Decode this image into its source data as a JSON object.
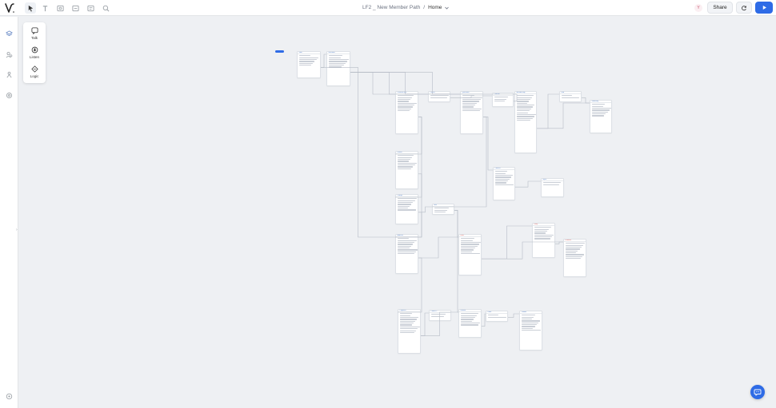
{
  "header": {
    "project_name": "LF2 _ New Member Path",
    "separator": "/",
    "page": "Home",
    "avatar_initial": "Y",
    "share_label": "Share"
  },
  "palette": {
    "items": [
      {
        "label": "Talk",
        "icon": "talk-icon"
      },
      {
        "label": "Listen",
        "icon": "listen-icon"
      },
      {
        "label": "Logic",
        "icon": "logic-icon"
      }
    ]
  },
  "toolbar": {
    "tools": [
      "select-icon",
      "text-icon",
      "image-icon",
      "block-icon",
      "comment-icon",
      "search-icon"
    ]
  },
  "rail": {
    "icons": [
      "layers-icon",
      "users-icon",
      "model-icon",
      "settings-icon",
      "help-icon"
    ]
  },
  "colors": {
    "accent": "#2e6be6",
    "canvas": "#eef0f3",
    "link": "#b6bcc6",
    "error": "#d9534f"
  },
  "canvas": {
    "nodes": [
      {
        "id": "n1",
        "title": "Start",
        "rows": 6,
        "color": "blue"
      },
      {
        "id": "n2",
        "title": "Welcome",
        "rows": 7,
        "color": "blue"
      },
      {
        "id": "n3",
        "title": "Personal Info",
        "rows": 9,
        "color": "blue"
      },
      {
        "id": "n4",
        "title": "Choice",
        "rows": 2,
        "color": "blue"
      },
      {
        "id": "n5",
        "title": "Questions",
        "rows": 9,
        "color": "blue"
      },
      {
        "id": "n6",
        "title": "Confirm",
        "rows": 3,
        "color": "blue"
      },
      {
        "id": "n7",
        "title": "Membership",
        "rows": 14,
        "color": "blue"
      },
      {
        "id": "n8",
        "title": "End",
        "rows": 2,
        "color": "blue"
      },
      {
        "id": "n9",
        "title": "Summary",
        "rows": 7,
        "color": "blue"
      },
      {
        "id": "n10",
        "title": "Details",
        "rows": 8,
        "color": "blue"
      },
      {
        "id": "n11",
        "title": "Prompt",
        "rows": 7,
        "color": "blue"
      },
      {
        "id": "n12",
        "title": "Contact",
        "rows": 8,
        "color": "blue"
      },
      {
        "id": "n13",
        "title": "Info",
        "rows": 4,
        "color": "blue"
      },
      {
        "id": "n14",
        "title": "Input",
        "rows": 2,
        "color": "blue"
      },
      {
        "id": "n15",
        "title": "Address",
        "rows": 9,
        "color": "blue"
      },
      {
        "id": "n16",
        "title": "Error",
        "rows": 9,
        "color": "red"
      },
      {
        "id": "n17",
        "title": "Retry",
        "rows": 7,
        "color": "red"
      },
      {
        "id": "n18",
        "title": "Fallback",
        "rows": 9,
        "color": "red"
      },
      {
        "id": "n19",
        "title": "Payment",
        "rows": 11,
        "color": "blue"
      },
      {
        "id": "n20",
        "title": "Choice 2",
        "rows": 2,
        "color": "blue"
      },
      {
        "id": "n21",
        "title": "Review",
        "rows": 7,
        "color": "blue"
      },
      {
        "id": "n22",
        "title": "Done",
        "rows": 2,
        "color": "blue"
      },
      {
        "id": "n23",
        "title": "Thanks",
        "rows": 9,
        "color": "blue"
      }
    ]
  }
}
